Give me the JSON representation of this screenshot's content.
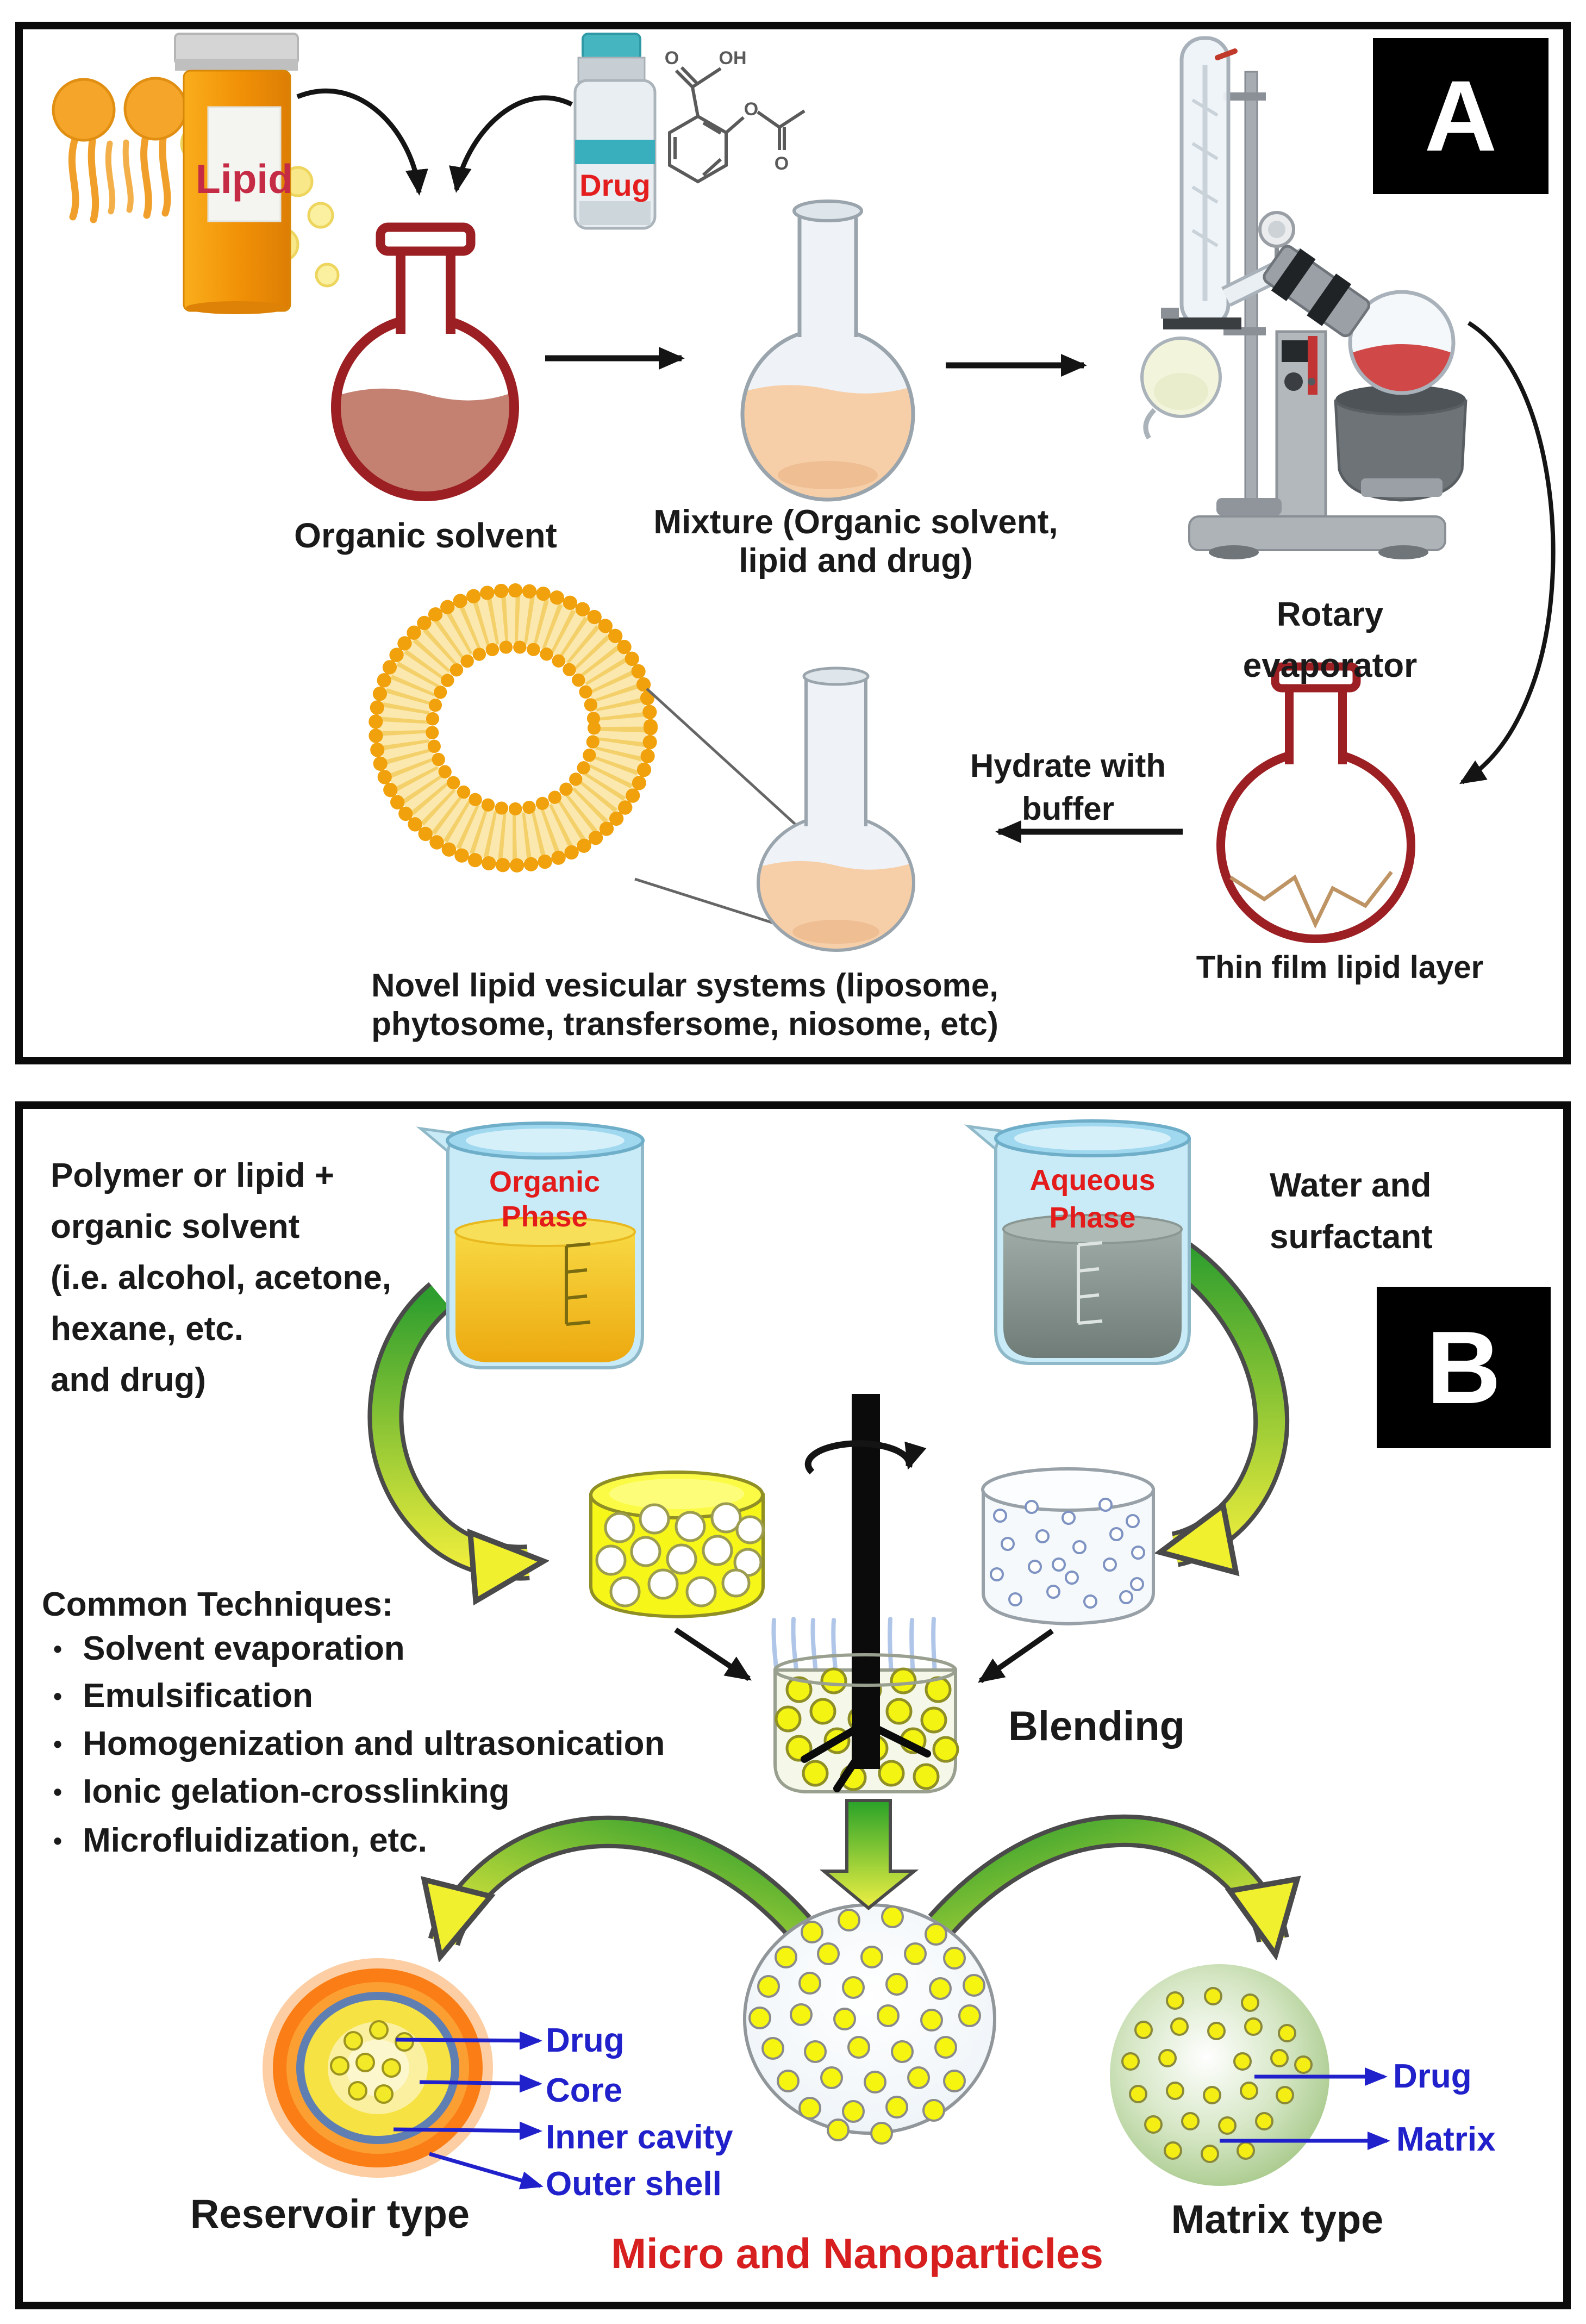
{
  "panel_a": {
    "badge": "A",
    "lipid": "Lipid",
    "drug": "Drug",
    "aspirin": {
      "o1": "O",
      "oh": "OH",
      "o2": "O",
      "o3": "O"
    },
    "organic_solvent": "Organic solvent",
    "mixture_l1": "Mixture (Organic solvent,",
    "mixture_l2": "lipid and drug)",
    "rotary_l1": "Rotary",
    "rotary_l2": "evaporator",
    "hydrate_l1": "Hydrate with",
    "hydrate_l2": "buffer",
    "thin_film": "Thin film lipid layer",
    "novel_l1": "Novel lipid vesicular systems (liposome,",
    "novel_l2": "phytosome, transfersome, niosome, etc)"
  },
  "panel_b": {
    "badge": "B",
    "polymer_lines": [
      "Polymer or lipid +",
      "organic solvent",
      "(i.e. alcohol, acetone,",
      "hexane, etc.",
      "and drug)"
    ],
    "organic_l1": "Organic",
    "organic_l2": "Phase",
    "aqueous_l1": "Aqueous",
    "aqueous_l2": "Phase",
    "water_l1": "Water and",
    "water_l2": "surfactant",
    "techniques_title": "Common Techniques:",
    "techniques": [
      "Solvent evaporation",
      "Emulsification",
      "Homogenization and ultrasonication",
      "Ionic gelation-crosslinking",
      "Microfluidization, etc."
    ],
    "blending": "Blending",
    "res": {
      "drug": "Drug",
      "core": "Core",
      "inner": "Inner cavity",
      "outer": "Outer shell",
      "title": "Reservoir type"
    },
    "micro_nano": "Micro and Nanoparticles",
    "mat": {
      "drug": "Drug",
      "matrix": "Matrix",
      "title": "Matrix type"
    }
  },
  "colors": {
    "flask_outline_red": "#9C1F23",
    "flask_liquid_rose": "#C48172",
    "flask_liquid_peach": "#F6CFA9",
    "phase_text_red": "#E31B1B",
    "label_blue": "#2121CC",
    "title_red": "#D81F1F",
    "organic_liquid_yellow": "#F5C71C",
    "aqueous_liquid_gray": "#8A9792",
    "arrow_green": "#2E9E2E",
    "arrow_yellow": "#EFEF3C",
    "liposome_orange": "#F0A10C"
  }
}
